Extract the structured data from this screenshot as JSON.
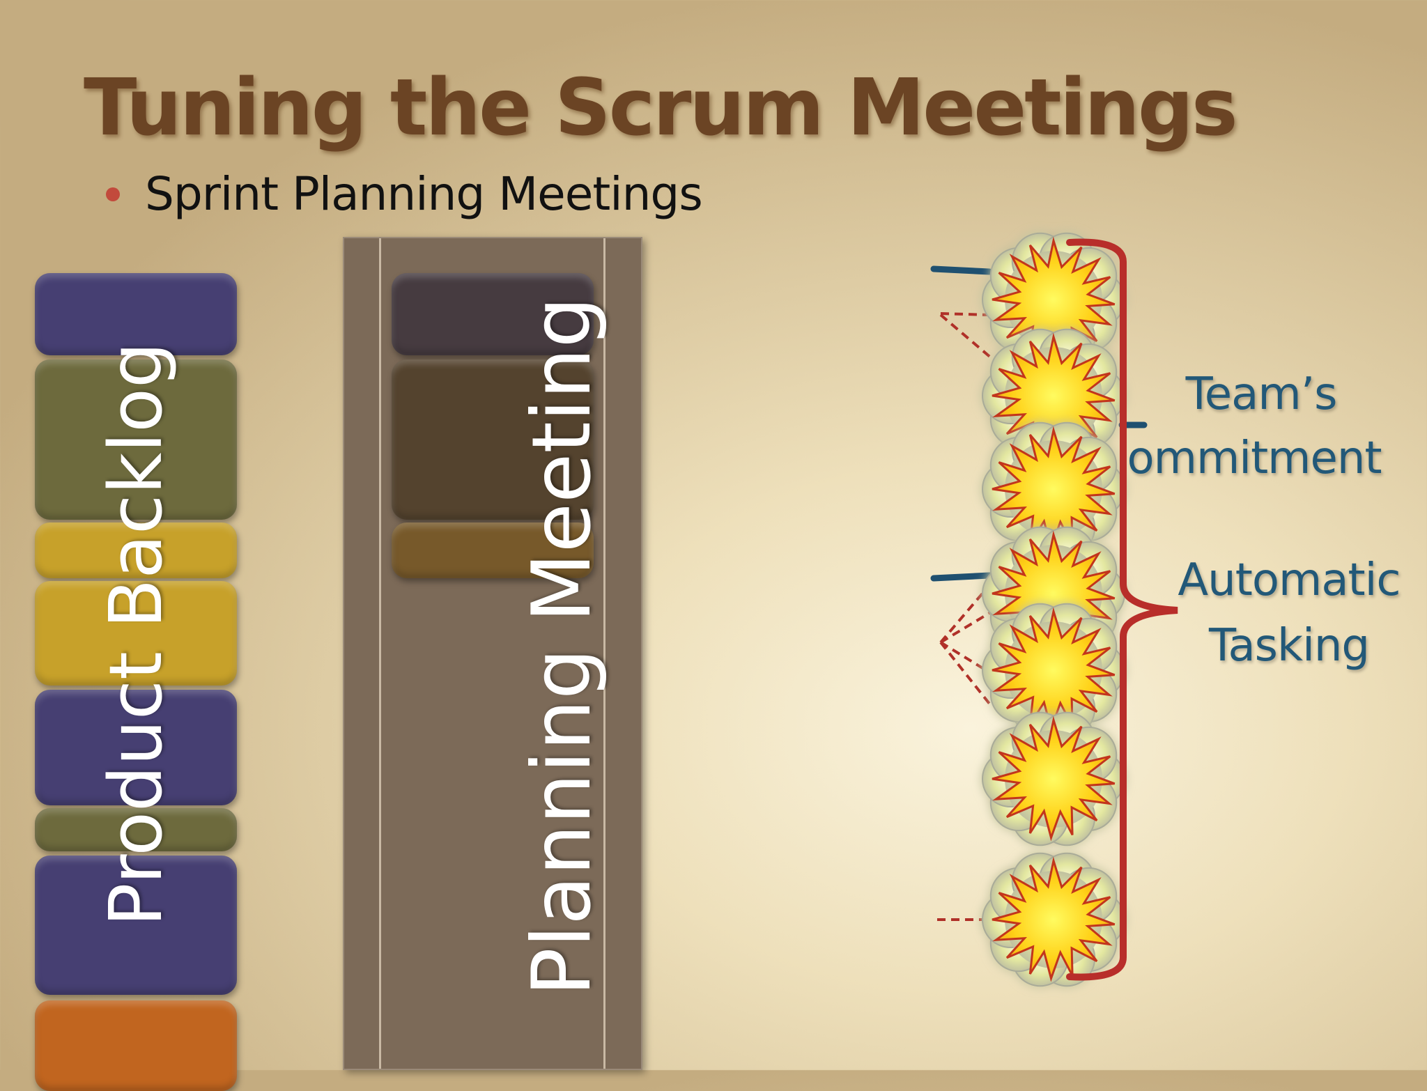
{
  "slide": {
    "title": "Tuning the Scrum Meetings",
    "bullet": "Sprint Planning Meetings"
  },
  "columns": {
    "backlog_label": "Product Backlog",
    "planning_label": "Planning Meeting"
  },
  "callouts": {
    "commitment_line1": "Team’s",
    "commitment_line2": "ommitment",
    "tasking_line1": "Automatic",
    "tasking_line2": "Tasking"
  },
  "colors": {
    "title": "#6b4424",
    "bullet": "#c24a3c",
    "callout_text": "#225878",
    "brace": "#b82e2a",
    "backlog_purple": "#463f72",
    "backlog_olive": "#6d6a3d",
    "backlog_gold": "#c7a12a",
    "backlog_orange": "#c1651f",
    "planning_panel": "#7c6a58"
  }
}
